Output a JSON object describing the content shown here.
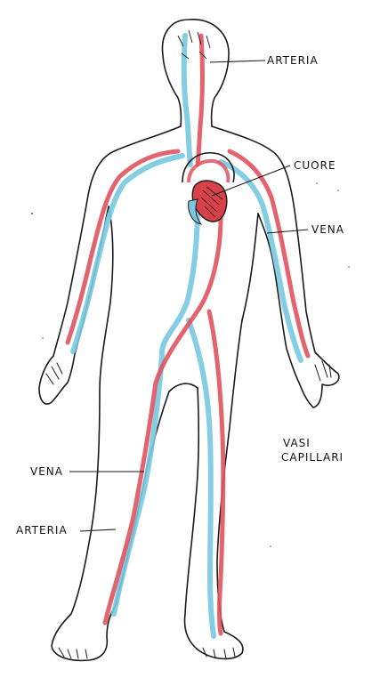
{
  "labels": {
    "arteria_top": "ARTERIA",
    "cuore": "CUORE",
    "vena_right": "VENA",
    "vasi_line1": "VASI",
    "vasi_line2": "CAPILLARI",
    "vena_left": "VENA",
    "arteria_bottom": "ARTERIA"
  },
  "colors": {
    "outline": "#1a1a1a",
    "artery": "#e0535f",
    "vein": "#78c8e0",
    "heart": "#d8404a",
    "paper": "#ffffff"
  }
}
